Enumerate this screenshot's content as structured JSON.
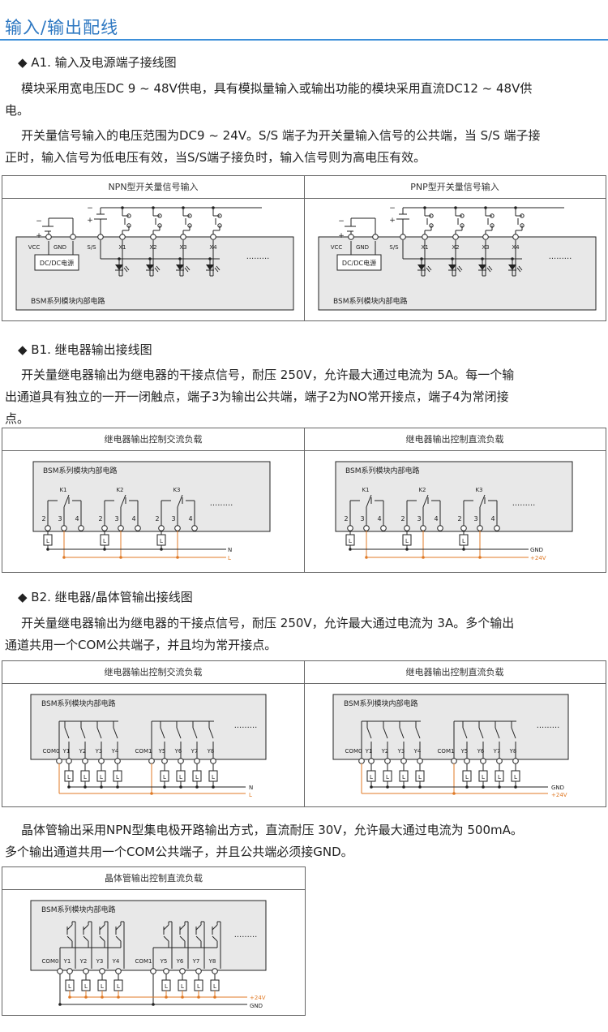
{
  "page": {
    "title": "输入/输出配线"
  },
  "sections": {
    "a1": {
      "heading": "◆ A1. 输入及电源端子接线图",
      "p1_line1": "模块采用宽电压DC 9 ~ 48V供电，具有模拟量输入或输出功能的模块采用直流DC12 ~ 48V供",
      "p1_line2": "电。",
      "p2_line1": "开关量信号输入的电压范围为DC9 ~ 24V。S/S 端子为开关量输入信号的公共端，当 S/S 端子接",
      "p2_line2": "正时，输入信号为低电压有效，当S/S端子接负时，输入信号则为高电压有效。",
      "panel_left_title": "NPN型开关量信号输入",
      "panel_right_title": "PNP型开关量信号输入"
    },
    "b1": {
      "heading": "◆ B1. 继电器输出接线图",
      "p1_line1": "开关量继电器输出为继电器的干接点信号，耐压 250V，允许最大通过电流为 5A。每一个输",
      "p1_line2": "出通道具有独立的一开一闭触点，端子3为输出公共端，端子2为NO常开接点，端子4为常闭接",
      "p1_line3": "点。",
      "panel_left_title": "继电器输出控制交流负载",
      "panel_right_title": "继电器输出控制直流负载"
    },
    "b2": {
      "heading": "◆ B2. 继电器/晶体管输出接线图",
      "p1_line1": "开关量继电器输出为继电器的干接点信号，耐压 250V，允许最大通过电流为 3A。多个输出",
      "p1_line2": "通道共用一个COM公共端子，并且均为常开接点。",
      "panel_left_title": "继电器输出控制交流负载",
      "panel_right_title": "继电器输出控制直流负载",
      "p2_line1": "晶体管输出采用NPN型集电极开路输出方式，直流耐压 30V，允许最大通过电流为 500mA。",
      "p2_line2": "多个输出通道共用一个COM公共端子，并且公共端必须接GND。",
      "panel_transistor_title": "晶体管输出控制直流负载"
    }
  },
  "diagram_labels": {
    "vcc": "VCC",
    "gnd": "GND",
    "ss": "S/S",
    "x1": "X1",
    "x2": "X2",
    "x3": "X3",
    "x4": "X4",
    "dcdc": "DC/DC电源",
    "module": "BSM系列模块内部电路",
    "k1": "K1",
    "k2": "K2",
    "k3": "K3",
    "t2": "2",
    "t3": "3",
    "t4": "4",
    "load": "L",
    "n": "N",
    "l": "L",
    "dc_gnd": "GND",
    "dc_p24": "+24V",
    "com0": "COM0",
    "com1": "COM1",
    "y1": "Y1",
    "y2": "Y2",
    "y3": "Y3",
    "y4": "Y4",
    "y5": "Y5",
    "y6": "Y6",
    "y7": "Y7",
    "y8": "Y8",
    "minus": "−",
    "plus": "+",
    "dots": "·········"
  },
  "colors": {
    "accent": "#2e78c2",
    "orange_wire": "#e07a26",
    "box_fill": "#e8e8e8"
  }
}
